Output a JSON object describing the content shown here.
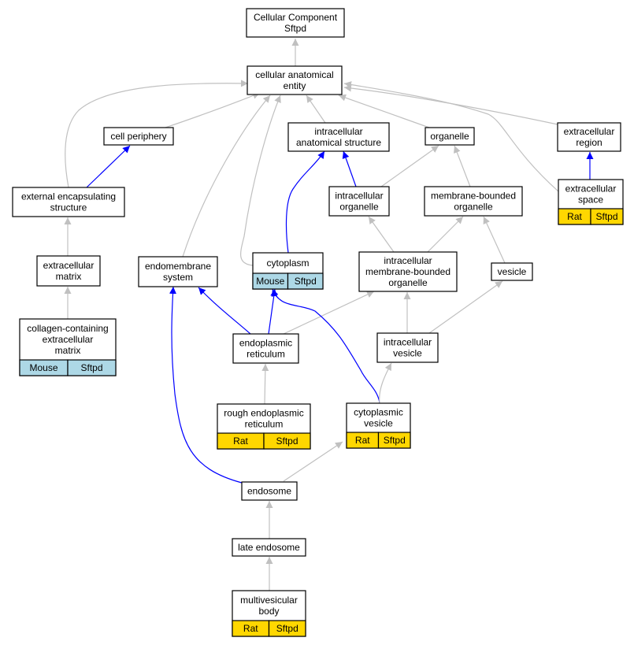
{
  "colors": {
    "edge_default": "#c0c0c0",
    "edge_highlight": "#0000ff",
    "tag_mouse": "#add8e6",
    "tag_rat": "#ffd700"
  },
  "nodes": {
    "root": {
      "lines": [
        "Cellular Component",
        "Sftpd"
      ]
    },
    "cae": {
      "lines": [
        "cellular anatomical",
        "entity"
      ]
    },
    "cellperiphery": {
      "lines": [
        "cell periphery"
      ]
    },
    "ias": {
      "lines": [
        "intracellular",
        "anatomical structure"
      ]
    },
    "organelle": {
      "lines": [
        "organelle"
      ]
    },
    "extregion": {
      "lines": [
        "extracellular",
        "region"
      ]
    },
    "extenc": {
      "lines": [
        "external encapsulating",
        "structure"
      ]
    },
    "intraorg": {
      "lines": [
        "intracellular",
        "organelle"
      ]
    },
    "membound": {
      "lines": [
        "membrane-bounded",
        "organelle"
      ]
    },
    "extspace": {
      "lines": [
        "extracellular",
        "space"
      ],
      "tags": [
        {
          "label": "Rat",
          "species": "rat"
        },
        {
          "label": "Sftpd",
          "species": "rat"
        }
      ]
    },
    "ecm": {
      "lines": [
        "extracellular",
        "matrix"
      ]
    },
    "endomem": {
      "lines": [
        "endomembrane",
        "system"
      ]
    },
    "cytoplasm": {
      "lines": [
        "cytoplasm"
      ],
      "tags": [
        {
          "label": "Mouse",
          "species": "mouse"
        },
        {
          "label": "Sftpd",
          "species": "mouse"
        }
      ]
    },
    "imbo": {
      "lines": [
        "intracellular",
        "membrane-bounded",
        "organelle"
      ]
    },
    "vesicle": {
      "lines": [
        "vesicle"
      ]
    },
    "collagen": {
      "lines": [
        "collagen-containing",
        "extracellular",
        "matrix"
      ],
      "tags": [
        {
          "label": "Mouse",
          "species": "mouse"
        },
        {
          "label": "Sftpd",
          "species": "mouse"
        }
      ]
    },
    "er": {
      "lines": [
        "endoplasmic",
        "reticulum"
      ]
    },
    "intravesicle": {
      "lines": [
        "intracellular",
        "vesicle"
      ]
    },
    "rer": {
      "lines": [
        "rough endoplasmic",
        "reticulum"
      ],
      "tags": [
        {
          "label": "Rat",
          "species": "rat"
        },
        {
          "label": "Sftpd",
          "species": "rat"
        }
      ]
    },
    "cytovesicle": {
      "lines": [
        "cytoplasmic",
        "vesicle"
      ],
      "tags": [
        {
          "label": "Rat",
          "species": "rat"
        },
        {
          "label": "Sftpd",
          "species": "rat"
        }
      ]
    },
    "endosome": {
      "lines": [
        "endosome"
      ]
    },
    "lateendo": {
      "lines": [
        "late endosome"
      ]
    },
    "mvb": {
      "lines": [
        "multivesicular",
        "body"
      ],
      "tags": [
        {
          "label": "Rat",
          "species": "rat"
        },
        {
          "label": "Sftpd",
          "species": "rat"
        }
      ]
    }
  },
  "edges": [
    {
      "from": "cae",
      "to": "root",
      "kind": "default"
    },
    {
      "from": "cellperiphery",
      "to": "cae",
      "kind": "default"
    },
    {
      "from": "ias",
      "to": "cae",
      "kind": "default"
    },
    {
      "from": "organelle",
      "to": "cae",
      "kind": "default"
    },
    {
      "from": "extregion",
      "to": "cae",
      "kind": "default"
    },
    {
      "from": "extenc",
      "to": "cae",
      "kind": "default"
    },
    {
      "from": "endomem",
      "to": "cae",
      "kind": "default"
    },
    {
      "from": "cytoplasm",
      "to": "cae",
      "kind": "default"
    },
    {
      "from": "extspace",
      "to": "cae",
      "kind": "default"
    },
    {
      "from": "extenc",
      "to": "cellperiphery",
      "kind": "highlight"
    },
    {
      "from": "cytoplasm",
      "to": "ias",
      "kind": "highlight"
    },
    {
      "from": "intraorg",
      "to": "ias",
      "kind": "highlight"
    },
    {
      "from": "intraorg",
      "to": "organelle",
      "kind": "default"
    },
    {
      "from": "membound",
      "to": "organelle",
      "kind": "default"
    },
    {
      "from": "extspace",
      "to": "extregion",
      "kind": "highlight"
    },
    {
      "from": "ecm",
      "to": "extenc",
      "kind": "default"
    },
    {
      "from": "collagen",
      "to": "ecm",
      "kind": "default"
    },
    {
      "from": "imbo",
      "to": "intraorg",
      "kind": "default"
    },
    {
      "from": "imbo",
      "to": "membound",
      "kind": "default"
    },
    {
      "from": "vesicle",
      "to": "membound",
      "kind": "default"
    },
    {
      "from": "er",
      "to": "endomem",
      "kind": "highlight"
    },
    {
      "from": "er",
      "to": "cytoplasm",
      "kind": "highlight"
    },
    {
      "from": "er",
      "to": "imbo",
      "kind": "default"
    },
    {
      "from": "intravesicle",
      "to": "imbo",
      "kind": "default"
    },
    {
      "from": "intravesicle",
      "to": "vesicle",
      "kind": "default"
    },
    {
      "from": "rer",
      "to": "er",
      "kind": "default"
    },
    {
      "from": "cytovesicle",
      "to": "cytoplasm",
      "kind": "highlight"
    },
    {
      "from": "cytovesicle",
      "to": "intravesicle",
      "kind": "default"
    },
    {
      "from": "endosome",
      "to": "endomem",
      "kind": "highlight"
    },
    {
      "from": "endosome",
      "to": "cytovesicle",
      "kind": "default"
    },
    {
      "from": "lateendo",
      "to": "endosome",
      "kind": "default"
    },
    {
      "from": "mvb",
      "to": "lateendo",
      "kind": "default"
    }
  ]
}
